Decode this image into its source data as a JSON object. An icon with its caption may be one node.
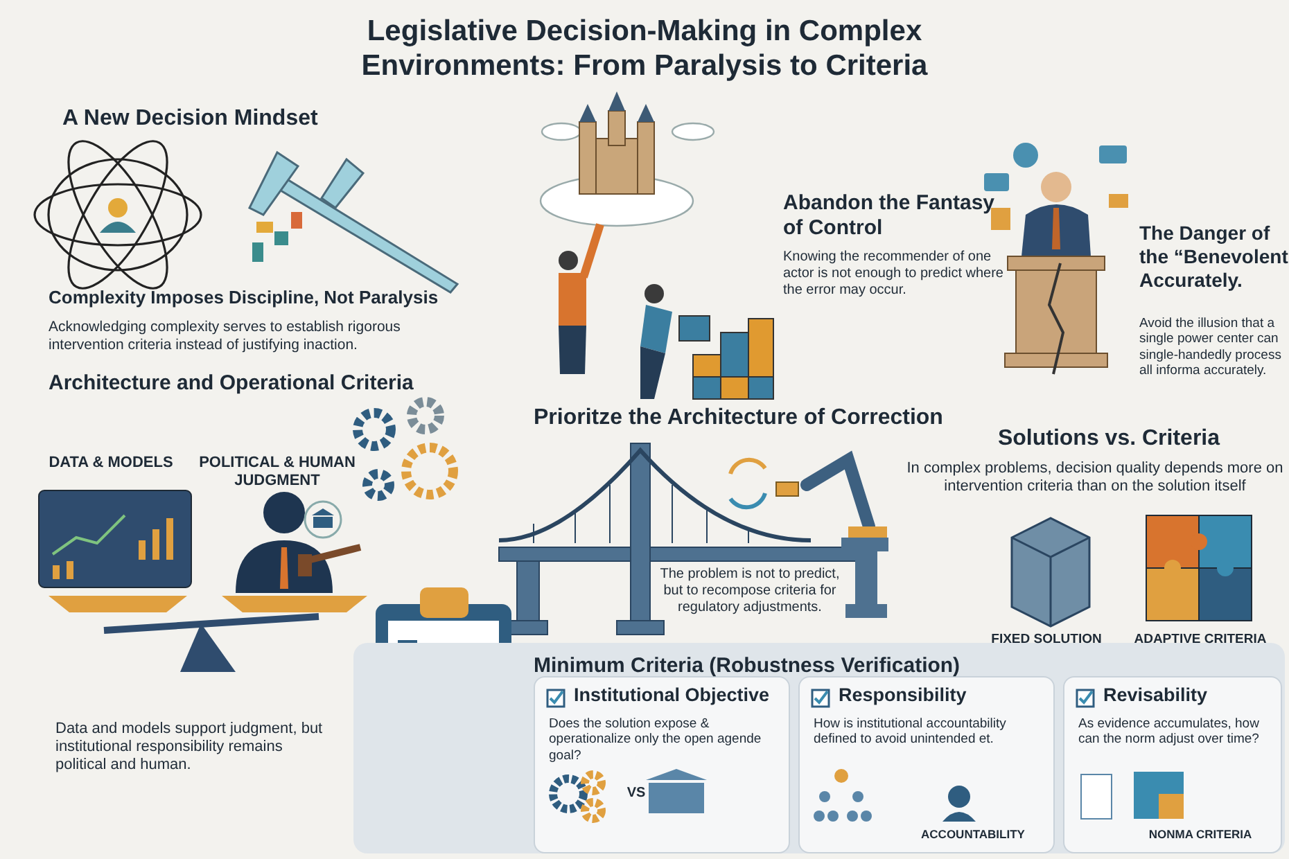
{
  "diagram": {
    "title": "Legislative Decision-Making in Complex Environments: From Paralysis to Criteria",
    "nodes": [
      {
        "text": [
          "Minimum Criteria (Robustness Verification)"
        ]
      },
      {
        "text": [
          "Institutional Objective",
          "Does the solution expose & operationalize only the open agende goal?",
          "VS"
        ],
        "in": 0
      },
      {
        "text": [
          "Responsibility",
          "How is institutional accountability defined to avoid unintended et.",
          "ACCOUNTABILITY"
        ],
        "in": 0
      },
      {
        "text": [
          "Revisability",
          "As evidence accumulates, how can the norm adjust over time?",
          "NONMA CRITERIA"
        ],
        "in": 0
      }
    ],
    "labels": [
      "A New Decision Mindset",
      "Abandon the Fantasy of Control",
      "Knowing the recommender of one actor is not enough to predict where the error may occur.",
      "The Danger of the “Benevolent Accurately.",
      "Avoid the illusion that a single power center can single-handedly process all informa accurately.",
      "Complexity Imposes Discipline, Not Paralysis",
      "Acknowledging complexity serves to establish rigorous intervention criteria instead of justifying inaction.",
      "Architecture and Operational Criteria",
      "Prioritze the Architecture of Correction",
      "Solutions vs. Criteria",
      "In complex problems, decision quality depends more on intervention criteria than on the solution itself",
      "DATA & MODELS",
      "POLITICAL & HUMAN JUDGMENT",
      "The problem is not to predict, but to recompose criteria for regulatory adjustments.",
      "FIXED SOLUTION",
      "ADAPTIVE CRITERIA",
      "Data and models support judgment, but institutional responsibility remains political and human."
    ]
  }
}
